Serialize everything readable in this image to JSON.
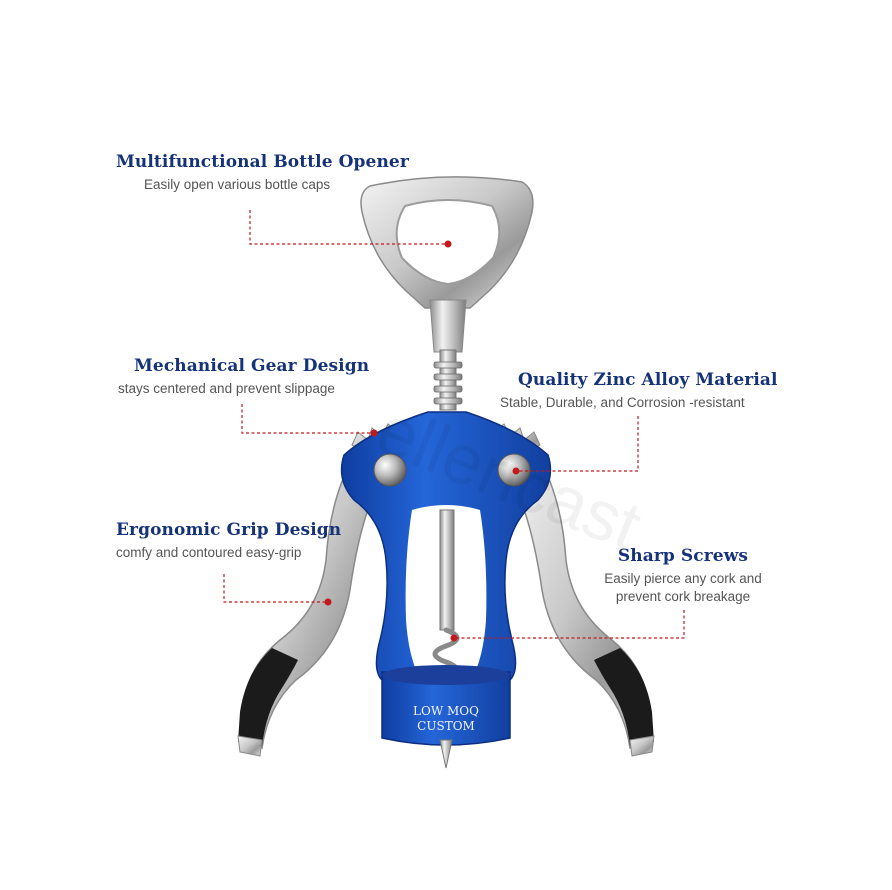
{
  "features": [
    {
      "id": "bottle-opener",
      "title": "Multifunctional Bottle Opener",
      "desc": [
        "Easily open various bottle caps"
      ]
    },
    {
      "id": "gear-design",
      "title": "Mechanical Gear Design",
      "desc": [
        "stays centered and prevent slippage"
      ]
    },
    {
      "id": "zinc-alloy",
      "title": "Quality Zinc Alloy Material",
      "desc": [
        "Stable, Durable, and Corrosion -resistant"
      ]
    },
    {
      "id": "grip-design",
      "title": "Ergonomic Grip Design",
      "desc": [
        "comfy and contoured easy-grip"
      ]
    },
    {
      "id": "sharp-screws",
      "title": "Sharp Screws",
      "desc": [
        "Easily pierce any cork and",
        "prevent cork breakage"
      ]
    }
  ],
  "product": {
    "base_label_line1": "LOW MOQ",
    "base_label_line2": "CUSTOM",
    "watermark": "ellencast"
  },
  "colors": {
    "title": "#16337a",
    "leader_line": "#c2191f",
    "body_blue": "#1a55c8",
    "grip_black": "#1b1b1b"
  }
}
